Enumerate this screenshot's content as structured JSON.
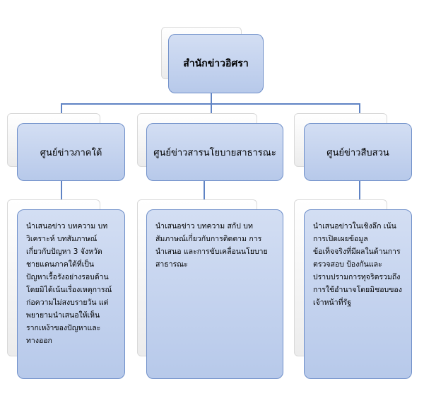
{
  "root": {
    "label": "สำนักข่าวอิศรา"
  },
  "centers": [
    {
      "label": "ศูนย์ข่าวภาคใต้",
      "description": "นำเสนอข่าว บทความ บท\nวิเคราะห์ บทสัมภาษณ์\nเกี่ยวกับปัญหา 3   จังหวัด\nชายแดนภาคใต้ที่เป็น\nปัญหาเรื้อรังอย่างรอบด้าน\nโดยมิได้เน้นเรื่องเหตุการณ์\nก่อความไม่สงบรายวัน แต่\nพยายามนำเสนอให้เห็น\nรากเหง้าของปัญหาและ\nทางออก"
    },
    {
      "label": "ศูนย์ข่าวสารนโยบายสาธารณะ",
      "description": "นำเสนอข่าว บทความ สกัป บท\nสัมภาษณ์เกี่ยวกับการติดตาม การ\nนำเสนอ และการขับเคลื่อนนโยบาย\nสาธารณะ"
    },
    {
      "label": "ศูนย์ข่าวสืบสวน",
      "description": "นำเสนอข่าวในเชิงลึก เน้น\nการเปิดเผยข้อมูล\nข้อเท็จจริงที่มีผลในด้านการ\nตรวจสอบ ป้องกันและ\nปราบปรามการทุจริตรวมถึง\nการใช้อำนาจโดยมิชอบของ\nเจ้าหน้าที่รัฐ"
    }
  ]
}
